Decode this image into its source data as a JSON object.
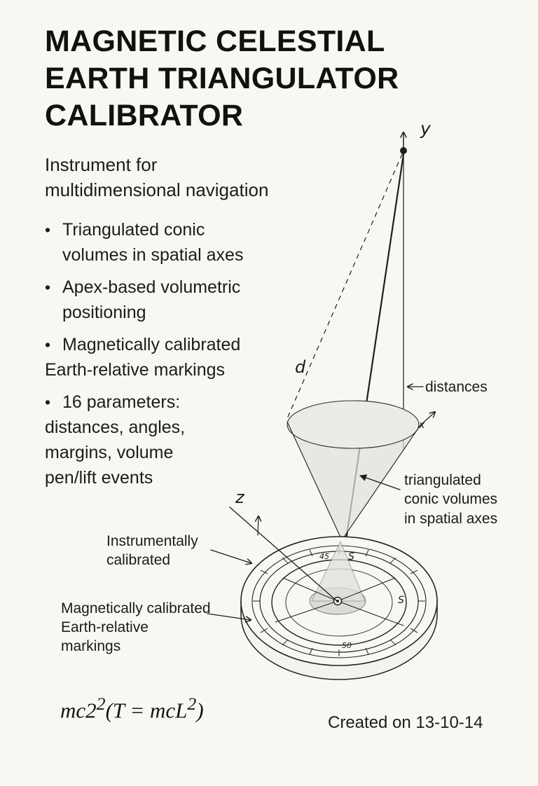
{
  "header": {
    "title_lines": [
      "MAGNETIC CELESTIAL",
      "EARTH TRIANGULATOR",
      "CALIBRATOR"
    ],
    "subtitle_lines": [
      "Instrument for",
      "multidimensional navigation"
    ]
  },
  "bullets": [
    {
      "lines": [
        "Triangulated conic",
        "volumes in spatial axes"
      ]
    },
    {
      "lines": [
        "Apex-based volumetric",
        "positioning"
      ]
    },
    {
      "lines": [
        "Magnetically calibrated",
        "Earth-relative markings"
      ]
    },
    {
      "lines": [
        "16 parameters:",
        "distances, angles,",
        "margins, volume",
        "pen/lift events"
      ]
    }
  ],
  "diagram": {
    "axis_labels": {
      "y": "y",
      "z": "z",
      "d": "d",
      "x_small": "x"
    },
    "callouts": {
      "distances": "distances",
      "triangulated_lines": [
        "triangulated",
        "conic volumes",
        "in spatial axes"
      ],
      "instrumentally_lines": [
        "Instrumentally",
        "calibrated"
      ],
      "magnetic_lines": [
        "Magnetically calibrated",
        "Earth-relative",
        "markings"
      ]
    },
    "dial_marks": [
      "S",
      "S",
      "45",
      "50"
    ],
    "colors": {
      "ink": "#1d1d1d",
      "paper": "#f8f7f1",
      "cone_shade": "#d9d9d4"
    }
  },
  "footer": {
    "equation": {
      "part_a": "mc2",
      "sup_a": "2",
      "part_b": "(T = mcL",
      "sup_b": "2",
      "part_c": ")"
    },
    "created": "Created on 13-10-14"
  }
}
